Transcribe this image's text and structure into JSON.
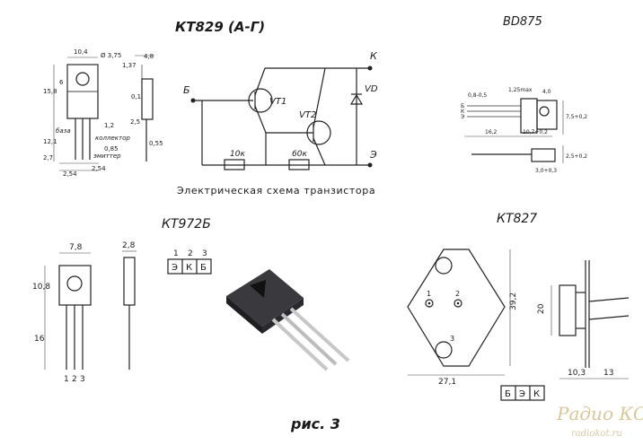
{
  "top_left": {
    "title": "КТ829 (А-Г)",
    "dims": {
      "w": "10,4",
      "hole": "Ø 3,75",
      "h1": "1,37",
      "h2": "4,8",
      "d1": "6",
      "d2": "15,8",
      "d3": "0,1",
      "d4": "2,5",
      "d5": "12,1",
      "d6": "2,7",
      "d7": "1,2",
      "d8": "0,85",
      "d9": "0,55",
      "d10": "2,54",
      "d11": "2,54"
    },
    "pins": {
      "base": "база",
      "collector": "коллектор",
      "emitter": "эмиттер"
    }
  },
  "schematic": {
    "labels": {
      "b": "Б",
      "k": "К",
      "e": "Э",
      "vt1": "VT1",
      "vt2": "VT2",
      "vd": "VD",
      "r1": "10к",
      "r2": "60к"
    },
    "caption": "Электрическая схема транзистора"
  },
  "top_right": {
    "title": "BD875",
    "dims": {
      "a": "0,8-0,5",
      "b": "1,25max",
      "c": "4,0",
      "d": "7,5+0,2",
      "e": "16,2",
      "f": "10,7+0,2",
      "g": "2,5+0,2",
      "h": "3,0+0,3"
    },
    "pins": [
      "Б",
      "К",
      "Э"
    ]
  },
  "mid_left": {
    "title": "КТ972Б",
    "dims": {
      "w": "7,8",
      "t": "2,8",
      "h": "10,8",
      "l": "16"
    },
    "pin_numbers": [
      "1",
      "2",
      "3"
    ],
    "pin_table": {
      "numbers": [
        "1",
        "2",
        "3"
      ],
      "names": [
        "Э",
        "К",
        "Б"
      ]
    }
  },
  "mid_right": {
    "title": "КТ827",
    "dims": {
      "w": "27,1",
      "h": "39,2",
      "t": "20",
      "s1": "10,3",
      "s2": "13"
    },
    "pins": {
      "p1": "1",
      "p2": "2",
      "p3": "3"
    },
    "pin_table": [
      "Б",
      "Э",
      "К"
    ]
  },
  "caption": "рис. 3",
  "watermark": {
    "line1": "Радио КОТ",
    "line2": "radiokot.ru"
  }
}
